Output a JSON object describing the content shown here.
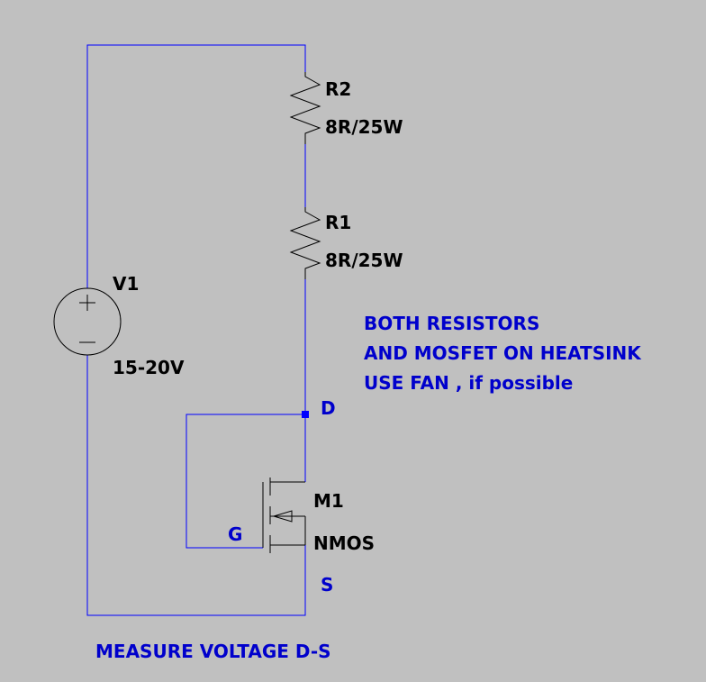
{
  "components": {
    "r2": {
      "ref": "R2",
      "value": "8R/25W"
    },
    "r1": {
      "ref": "R1",
      "value": "8R/25W"
    },
    "v1": {
      "ref": "V1",
      "value": "15-20V"
    },
    "m1": {
      "ref": "M1",
      "value": "NMOS"
    }
  },
  "nets": {
    "drain": "D",
    "gate": "G",
    "source": "S"
  },
  "notes": {
    "line1": "BOTH RESISTORS",
    "line2": "AND MOSFET ON HEATSINK",
    "line3": "USE FAN , if possible",
    "measure": "MEASURE VOLTAGE D-S"
  },
  "colors": {
    "background": "#c0c0c0",
    "wire": "#0000ff",
    "symbol": "#000000",
    "label": "#0000cc"
  }
}
